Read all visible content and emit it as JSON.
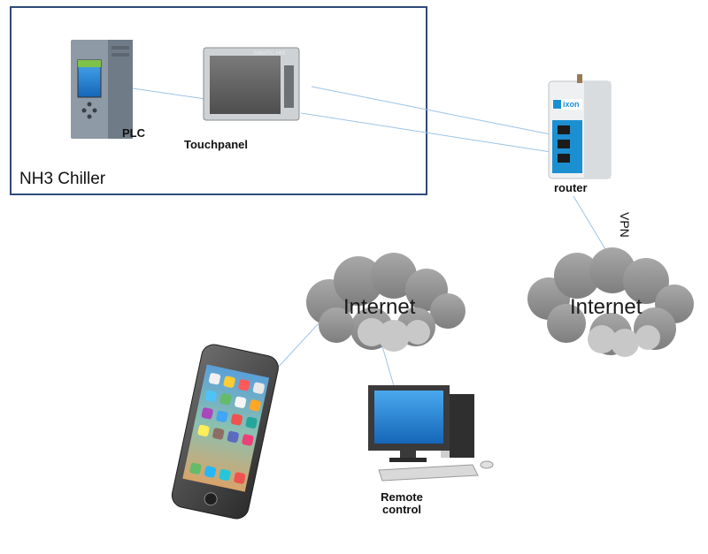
{
  "group": {
    "label": "NH3 Chiller"
  },
  "devices": {
    "plc": "PLC",
    "touchpanel": "Touchpanel",
    "touchpanel_screen_text": "SIMATIC HMI",
    "router": "router",
    "router_brand": "ixon",
    "remote_line1": "Remote",
    "remote_line2": "control"
  },
  "clouds": {
    "left": "Internet",
    "right": "Internet"
  },
  "links": {
    "vpn": "VPN"
  },
  "colors": {
    "frame": "#2f4a7a",
    "link": "#9cc3e6",
    "cloud_dark": "#8f8f8f",
    "cloud_light": "#c8c8c8",
    "screen_blue": "#1e88d8",
    "router_accent": "#1c8fd1"
  }
}
